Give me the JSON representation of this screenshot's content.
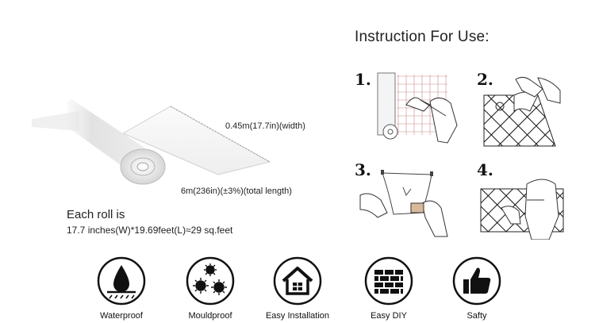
{
  "instructions": {
    "title": "Instruction For Use:"
  },
  "roll": {
    "width_label": "0.45m(17.7in)(width)",
    "length_label": "6m(236in)(±3%)(total length)",
    "each_roll_line1": "Each roll is",
    "each_roll_line2": "17.7 inches(W)*19.69feet(L)≈29 sq.feet"
  },
  "steps": [
    {
      "number": "1.",
      "icon": "measure-cut-icon"
    },
    {
      "number": "2.",
      "icon": "peel-backing-icon"
    },
    {
      "number": "3.",
      "icon": "apply-film-icon"
    },
    {
      "number": "4.",
      "icon": "smooth-film-icon"
    }
  ],
  "features": [
    {
      "label": "Waterproof",
      "icon": "water-drop-icon"
    },
    {
      "label": "Mouldproof",
      "icon": "mould-spores-icon"
    },
    {
      "label": "Easy Installation",
      "icon": "house-icon"
    },
    {
      "label": "Easy DIY",
      "icon": "brick-wall-icon"
    },
    {
      "label": "Safty",
      "icon": "thumbs-up-icon"
    }
  ]
}
